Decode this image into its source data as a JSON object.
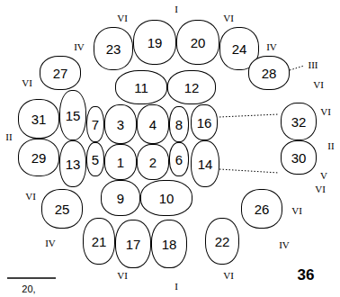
{
  "diagram": {
    "nodes": [
      {
        "text": [
          "1"
        ]
      },
      {
        "text": [
          "2"
        ]
      },
      {
        "text": [
          "3"
        ]
      },
      {
        "text": [
          "4"
        ]
      },
      {
        "text": [
          "5"
        ]
      },
      {
        "text": [
          "6"
        ]
      },
      {
        "text": [
          "7"
        ]
      },
      {
        "text": [
          "8"
        ]
      },
      {
        "text": [
          "9"
        ]
      },
      {
        "text": [
          "10"
        ]
      },
      {
        "text": [
          "11"
        ]
      },
      {
        "text": [
          "12"
        ]
      },
      {
        "text": [
          "13"
        ]
      },
      {
        "text": [
          "14"
        ]
      },
      {
        "text": [
          "15"
        ]
      },
      {
        "text": [
          "16"
        ]
      },
      {
        "text": [
          "17"
        ]
      },
      {
        "text": [
          "18"
        ]
      },
      {
        "text": [
          "19"
        ]
      },
      {
        "text": [
          "20"
        ]
      },
      {
        "text": [
          "21"
        ]
      },
      {
        "text": [
          "22"
        ]
      },
      {
        "text": [
          "23"
        ]
      },
      {
        "text": [
          "24"
        ]
      },
      {
        "text": [
          "25"
        ]
      },
      {
        "text": [
          "26"
        ]
      },
      {
        "text": [
          "27"
        ]
      },
      {
        "text": [
          "28"
        ]
      },
      {
        "text": [
          "29"
        ]
      },
      {
        "text": [
          "30"
        ]
      },
      {
        "text": [
          "31"
        ]
      },
      {
        "text": [
          "32"
        ]
      }
    ],
    "labels": [
      "I",
      "VI",
      "VI",
      "IV",
      "IV",
      "III",
      "VI",
      "VI",
      "II",
      "VI",
      "II",
      "V",
      "VI",
      "VI",
      "VI",
      "IV",
      "IV",
      "VI",
      "I",
      "VI",
      "36",
      "20,"
    ]
  }
}
